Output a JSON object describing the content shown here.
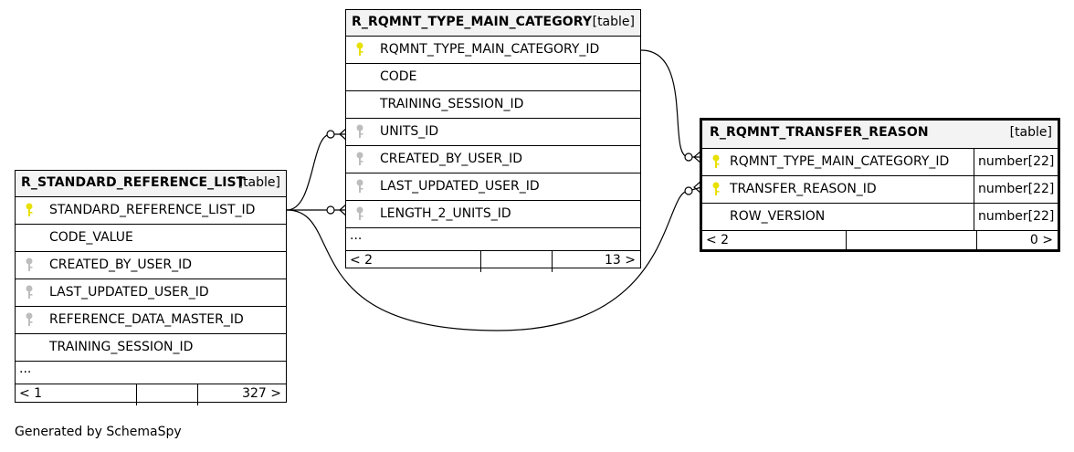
{
  "footer_text": "Generated by SchemaSpy",
  "colors": {
    "primary_key": "#e8e000",
    "foreign_key": "#bdbdbd",
    "header_bg": "#f3f3f3"
  },
  "tables": {
    "main_category": {
      "name": "R_RQMNT_TYPE_MAIN_CATEGORY",
      "kind": "[table]",
      "columns": [
        {
          "name": "RQMNT_TYPE_MAIN_CATEGORY_ID",
          "key": "primary"
        },
        {
          "name": "CODE",
          "key": "none"
        },
        {
          "name": "TRAINING_SESSION_ID",
          "key": "none"
        },
        {
          "name": "UNITS_ID",
          "key": "foreign"
        },
        {
          "name": "CREATED_BY_USER_ID",
          "key": "foreign"
        },
        {
          "name": "LAST_UPDATED_USER_ID",
          "key": "foreign"
        },
        {
          "name": "LENGTH_2_UNITS_ID",
          "key": "foreign"
        }
      ],
      "more": "...",
      "parents": "< 2",
      "children": "13 >"
    },
    "standard_reference_list": {
      "name": "R_STANDARD_REFERENCE_LIST",
      "kind": "[table]",
      "columns": [
        {
          "name": "STANDARD_REFERENCE_LIST_ID",
          "key": "primary"
        },
        {
          "name": "CODE_VALUE",
          "key": "none"
        },
        {
          "name": "CREATED_BY_USER_ID",
          "key": "foreign"
        },
        {
          "name": "LAST_UPDATED_USER_ID",
          "key": "foreign"
        },
        {
          "name": "REFERENCE_DATA_MASTER_ID",
          "key": "foreign"
        },
        {
          "name": "TRAINING_SESSION_ID",
          "key": "none"
        }
      ],
      "more": "...",
      "parents": "< 1",
      "children": "327 >"
    },
    "transfer_reason": {
      "name": "R_RQMNT_TRANSFER_REASON",
      "kind": "[table]",
      "columns": [
        {
          "name": "RQMNT_TYPE_MAIN_CATEGORY_ID",
          "key": "primary",
          "type": "number[22]"
        },
        {
          "name": "TRANSFER_REASON_ID",
          "key": "primary",
          "type": "number[22]"
        },
        {
          "name": "ROW_VERSION",
          "key": "none",
          "type": "number[22]"
        }
      ],
      "parents": "< 2",
      "children": "0 >"
    }
  }
}
